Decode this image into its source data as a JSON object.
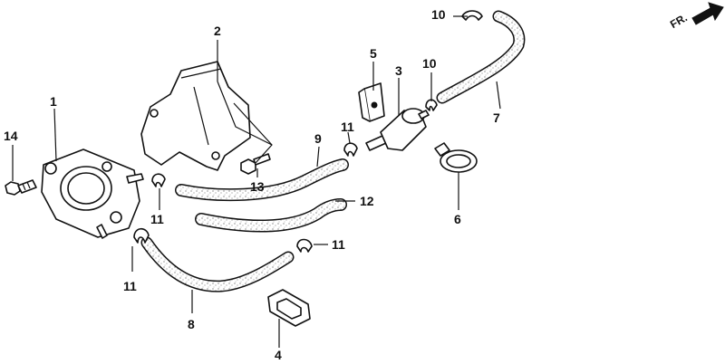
{
  "direction_label": "FR.",
  "callouts": [
    {
      "id": "c1",
      "text": "1"
    },
    {
      "id": "c2",
      "text": "2"
    },
    {
      "id": "c3",
      "text": "3"
    },
    {
      "id": "c4",
      "text": "4"
    },
    {
      "id": "c5",
      "text": "5"
    },
    {
      "id": "c6",
      "text": "6"
    },
    {
      "id": "c7",
      "text": "7"
    },
    {
      "id": "c8",
      "text": "8"
    },
    {
      "id": "c9",
      "text": "9"
    },
    {
      "id": "c10a",
      "text": "10"
    },
    {
      "id": "c10b",
      "text": "10"
    },
    {
      "id": "c11a",
      "text": "11"
    },
    {
      "id": "c11b",
      "text": "11"
    },
    {
      "id": "c11c",
      "text": "11"
    },
    {
      "id": "c11d",
      "text": "11"
    },
    {
      "id": "c12",
      "text": "12"
    },
    {
      "id": "c13",
      "text": "13"
    },
    {
      "id": "c14",
      "text": "14"
    }
  ]
}
